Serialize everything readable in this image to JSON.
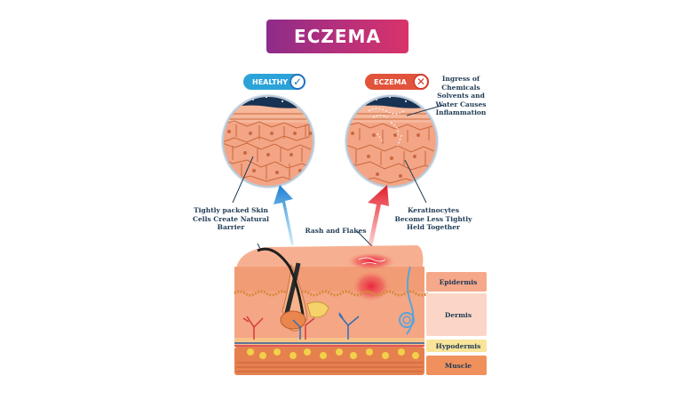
{
  "title": "ECZEMA",
  "tags": {
    "healthy": {
      "label": "HEALTHY",
      "icon": "check-icon"
    },
    "eczema": {
      "label": "ECZEMA",
      "icon": "cross-icon"
    }
  },
  "annotations": {
    "healthy_barrier": [
      "Tightly packed Skin",
      "Cells Create Natural",
      "Barrier"
    ],
    "ingress": [
      "Ingress of",
      "Chemicals",
      "Solvents and",
      "Water Causes",
      "Inflammation"
    ],
    "keratinocytes": [
      "Keratinocytes",
      "Become Less Tightly",
      "Held Together"
    ],
    "rash": "Rash and Flakes"
  },
  "layers": {
    "epidermis": "Epidermis",
    "dermis": "Dermis",
    "hypodermis": "Hypodermis",
    "muscle": "Muscle"
  },
  "colors": {
    "banner_start": "#8e2c8a",
    "banner_end": "#d8336a",
    "healthy": "#2ca3d8",
    "eczema": "#e1533b",
    "skin": "#f0a17b",
    "text": "#1f3b55"
  }
}
